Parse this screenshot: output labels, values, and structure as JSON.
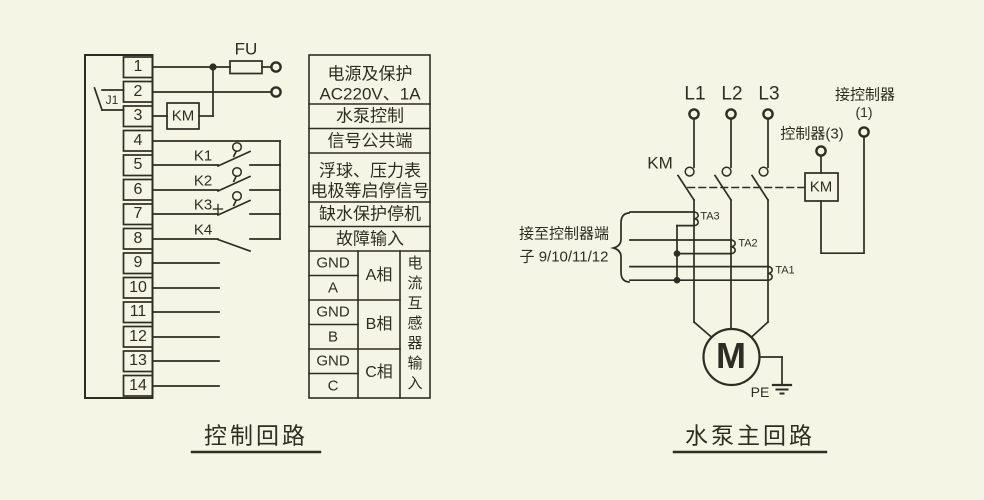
{
  "colors": {
    "background": "#f4f5e5",
    "ink": "#2e2d24"
  },
  "left": {
    "caption": "控制回路",
    "terminals": [
      "1",
      "2",
      "3",
      "4",
      "5",
      "6",
      "7",
      "8",
      "9",
      "10",
      "11",
      "12",
      "13",
      "14"
    ],
    "fu_label": "FU",
    "km_label": "KM",
    "j1_label": "J1",
    "switches": [
      "K1",
      "K2",
      "K3",
      "K4"
    ],
    "table": {
      "power_line1": "电源及保护",
      "power_line2": "AC220V、1A",
      "pump_control": "水泵控制",
      "signal_common": "信号公共端",
      "float_line1": "浮球、压力表",
      "float_line2": "电极等启停信号",
      "water_protect": "缺水保护停机",
      "fault_input": "故障输入",
      "ct_terminals": [
        "GND",
        "A",
        "GND",
        "B",
        "GND",
        "C"
      ],
      "phases": [
        "A相",
        "B相",
        "C相"
      ],
      "ct_vertical": "电流互感器输入"
    }
  },
  "right": {
    "caption": "水泵主回路",
    "phase_labels": [
      "L1",
      "L2",
      "L3"
    ],
    "km_label": "KM",
    "km_box": "KM",
    "controller3": "控制器(3)",
    "controller1_line1": "接控制器",
    "controller1_line2": "(1)",
    "ta_labels": [
      "TA3",
      "TA2",
      "TA1"
    ],
    "note_line1": "接至控制器端",
    "note_line2": "子 9/10/11/12",
    "motor": "M",
    "pe": "PE"
  }
}
